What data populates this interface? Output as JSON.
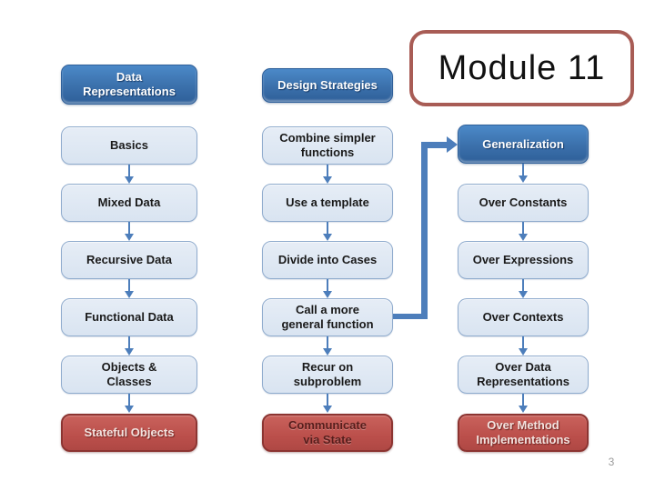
{
  "slide": {
    "title": "Module 11",
    "page_number": "3"
  },
  "colors": {
    "header-blue-top": "#4b89c8",
    "header-blue-mid": "#3b70ab",
    "header-blue-bottom": "#2e5f99",
    "header-text": "#ffffff",
    "light-fill-top": "#e6edf6",
    "light-fill": "#d9e4f1",
    "light-border": "#8fabcd",
    "text-dark": "#1a1a1a",
    "red-fill-top": "#c9625c",
    "red-fill": "#bb4f4b",
    "red-fill-bottom": "#af4844",
    "red-border": "#8c3431",
    "red-text-light": "#f3e3df",
    "red-text-dark": "#571d1b",
    "connector": "#4d7ebb",
    "title-border": "#a85c55",
    "page-num": "#9a9a9a"
  },
  "columns": [
    {
      "header": {
        "label": "Data\nRepresentations"
      },
      "items": [
        {
          "label": "Basics"
        },
        {
          "label": "Mixed Data"
        },
        {
          "label": "Recursive Data"
        },
        {
          "label": "Functional Data"
        },
        {
          "label": "Objects &\nClasses"
        },
        {
          "label": "Stateful Objects"
        }
      ]
    },
    {
      "header": {
        "label": "Design Strategies"
      },
      "items": [
        {
          "label": "Combine simpler\nfunctions"
        },
        {
          "label": "Use a template"
        },
        {
          "label": "Divide into Cases"
        },
        {
          "label": "Call a more\ngeneral function"
        },
        {
          "label": "Recur on\nsubproblem"
        },
        {
          "label": "Communicate\nvia State"
        }
      ]
    },
    {
      "header": {
        "label": "Generalization"
      },
      "items": [
        {
          "label": "Over Constants"
        },
        {
          "label": "Over Expressions"
        },
        {
          "label": "Over Contexts"
        },
        {
          "label": "Over Data\nRepresentations"
        },
        {
          "label": "Over Method\nImplementations"
        }
      ]
    }
  ]
}
